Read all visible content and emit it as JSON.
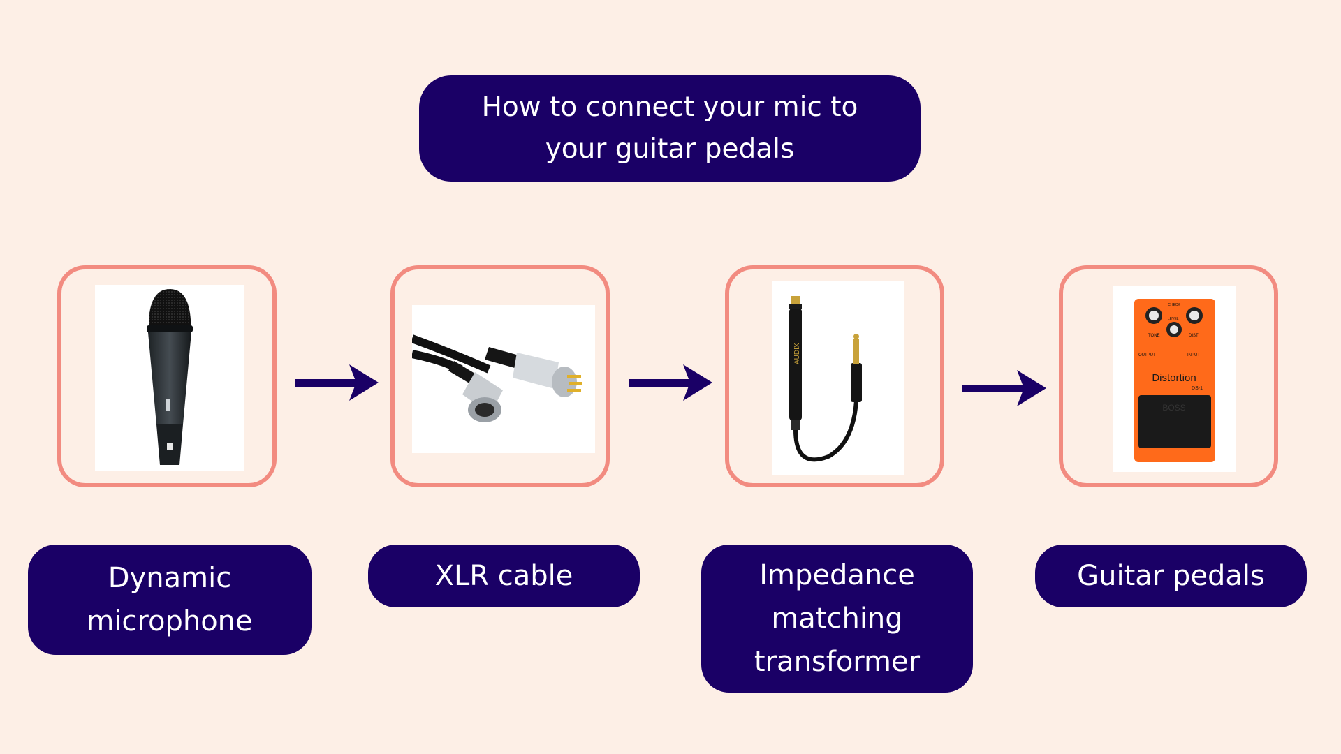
{
  "title": "How to connect your mic to your guitar pedals",
  "steps": [
    {
      "label": "Dynamic microphone",
      "icon": "microphone-icon"
    },
    {
      "label": "XLR cable",
      "icon": "xlr-cable-icon"
    },
    {
      "label": "Impedance matching transformer",
      "icon": "transformer-icon"
    },
    {
      "label": "Guitar pedals",
      "icon": "distortion-pedal-icon"
    }
  ],
  "pedal": {
    "name": "Distortion",
    "model": "DS-1",
    "brand": "BOSS",
    "knob_labels": [
      "TONE",
      "LEVEL",
      "DIST"
    ],
    "check": "CHECK",
    "output": "OUTPUT",
    "input": "INPUT"
  },
  "transformer_brand": "AUDIX",
  "colors": {
    "background": "#fdefe6",
    "pill": "#1a0066",
    "box_border": "#f28b80",
    "arrow": "#1a0066",
    "pedal_body": "#ff6a1a"
  }
}
